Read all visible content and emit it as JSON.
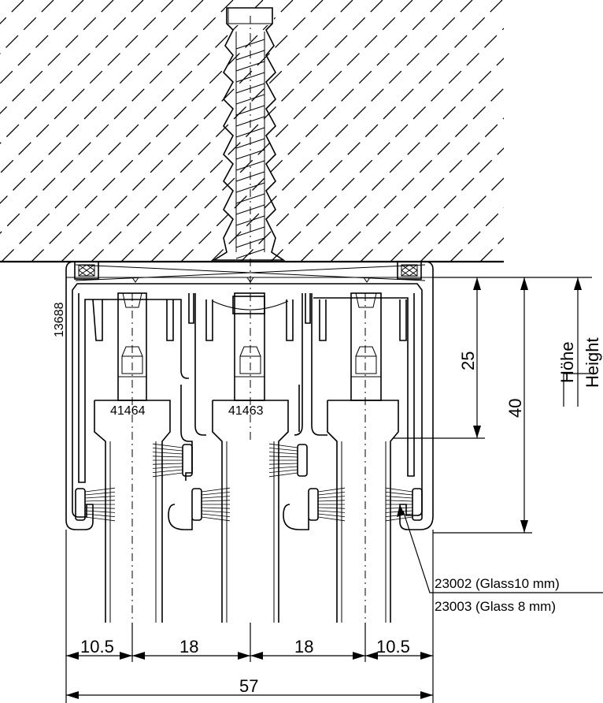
{
  "labels": {
    "profile_part_number": "13688",
    "left_part_number": "41464",
    "center_part_number": "41463",
    "seal_part_glass10": "23002 (Glass10 mm)",
    "seal_part_glass8": "23003 (Glass 8 mm)"
  },
  "dimensions": {
    "left_margin": "10.5",
    "left_spacing": "18",
    "right_spacing": "18",
    "right_margin": "10.5",
    "total_width": "57",
    "inner_height": "25",
    "total_height": "40",
    "height_label_de": "Höhe",
    "height_label_en": "Height"
  }
}
